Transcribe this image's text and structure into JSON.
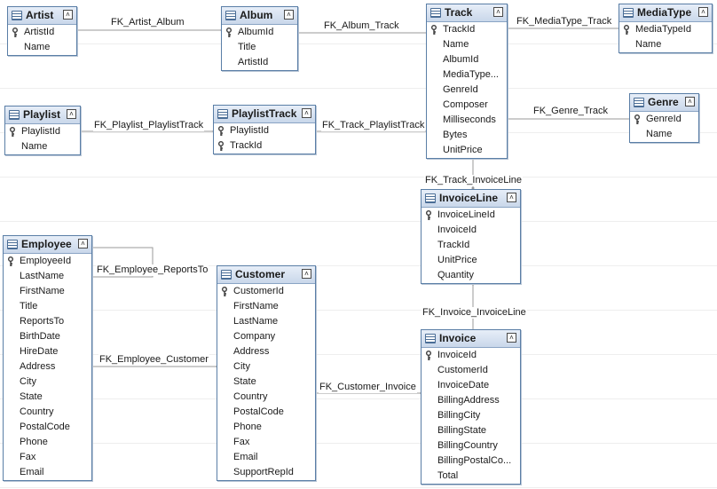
{
  "tables": [
    {
      "id": "artist",
      "name": "Artist",
      "columns": [
        "ArtistId",
        "Name"
      ],
      "pk": [
        0
      ]
    },
    {
      "id": "album",
      "name": "Album",
      "columns": [
        "AlbumId",
        "Title",
        "ArtistId"
      ],
      "pk": [
        0
      ]
    },
    {
      "id": "track",
      "name": "Track",
      "columns": [
        "TrackId",
        "Name",
        "AlbumId",
        "MediaType...",
        "GenreId",
        "Composer",
        "Milliseconds",
        "Bytes",
        "UnitPrice"
      ],
      "pk": [
        0
      ]
    },
    {
      "id": "mediatype",
      "name": "MediaType",
      "columns": [
        "MediaTypeId",
        "Name"
      ],
      "pk": [
        0
      ]
    },
    {
      "id": "playlist",
      "name": "Playlist",
      "columns": [
        "PlaylistId",
        "Name"
      ],
      "pk": [
        0
      ]
    },
    {
      "id": "playlisttrack",
      "name": "PlaylistTrack",
      "columns": [
        "PlaylistId",
        "TrackId"
      ],
      "pk": [
        0,
        1
      ]
    },
    {
      "id": "genre",
      "name": "Genre",
      "columns": [
        "GenreId",
        "Name"
      ],
      "pk": [
        0
      ]
    },
    {
      "id": "invoiceline",
      "name": "InvoiceLine",
      "columns": [
        "InvoiceLineId",
        "InvoiceId",
        "TrackId",
        "UnitPrice",
        "Quantity"
      ],
      "pk": [
        0
      ]
    },
    {
      "id": "employee",
      "name": "Employee",
      "columns": [
        "EmployeeId",
        "LastName",
        "FirstName",
        "Title",
        "ReportsTo",
        "BirthDate",
        "HireDate",
        "Address",
        "City",
        "State",
        "Country",
        "PostalCode",
        "Phone",
        "Fax",
        "Email"
      ],
      "pk": [
        0
      ]
    },
    {
      "id": "customer",
      "name": "Customer",
      "columns": [
        "CustomerId",
        "FirstName",
        "LastName",
        "Company",
        "Address",
        "City",
        "State",
        "Country",
        "PostalCode",
        "Phone",
        "Fax",
        "Email",
        "SupportRepId"
      ],
      "pk": [
        0
      ]
    },
    {
      "id": "invoice",
      "name": "Invoice",
      "columns": [
        "InvoiceId",
        "CustomerId",
        "InvoiceDate",
        "BillingAddress",
        "BillingCity",
        "BillingState",
        "BillingCountry",
        "BillingPostalCo...",
        "Total"
      ],
      "pk": [
        0
      ]
    }
  ],
  "relationships": {
    "fk_artist_album": "FK_Artist_Album",
    "fk_album_track": "FK_Album_Track",
    "fk_mediatype_track": "FK_MediaType_Track",
    "fk_playlist_playlisttrack": "FK_Playlist_PlaylistTrack",
    "fk_track_playlisttrack": "FK_Track_PlaylistTrack",
    "fk_genre_track": "FK_Genre_Track",
    "fk_track_invoiceline": "FK_Track_InvoiceLine",
    "fk_employee_reportsto": "FK_Employee_ReportsTo",
    "fk_invoice_invoiceline": "FK_Invoice_InvoiceLine",
    "fk_employee_customer": "FK_Employee_Customer",
    "fk_customer_invoice": "FK_Customer_Invoice"
  },
  "icons": {
    "table": "table-icon",
    "key": "primary-key-icon",
    "collapse": "collapse-chevron-icon"
  },
  "colors": {
    "header": "#c9d7ea",
    "border": "#5a7ea6",
    "line": "#9a9a9a"
  }
}
